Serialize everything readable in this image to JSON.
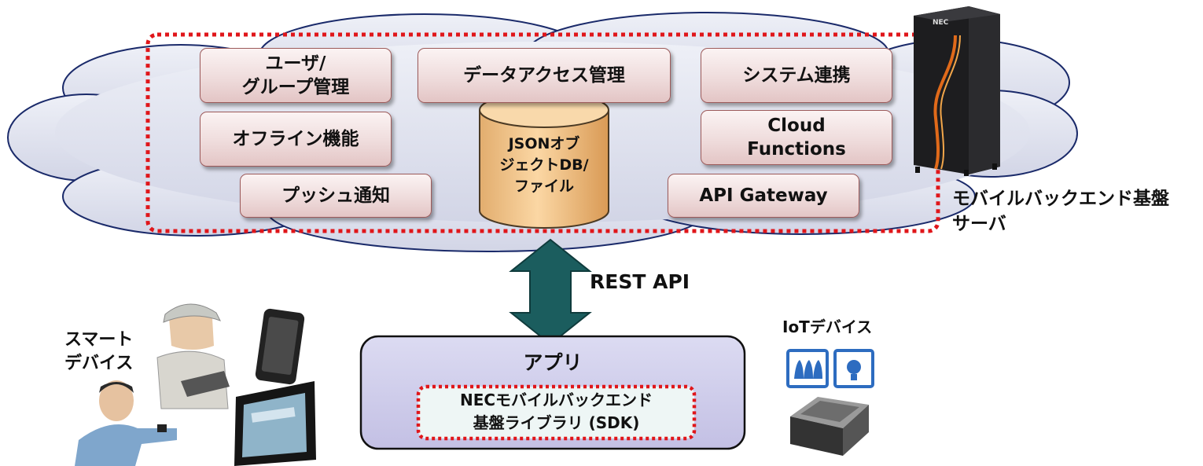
{
  "cloud": {
    "functions": [
      {
        "id": "user",
        "label": "ユーザ/\nグループ管理"
      },
      {
        "id": "data-access",
        "label": "データアクセス管理"
      },
      {
        "id": "system",
        "label": "システム連携"
      },
      {
        "id": "offline",
        "label": "オフライン機能"
      },
      {
        "id": "cloud-functions",
        "label": "Cloud\nFunctions"
      },
      {
        "id": "push",
        "label": "プッシュ通知"
      },
      {
        "id": "api-gateway",
        "label": "API Gateway"
      }
    ],
    "database": "JSONオブ\nジェクトDB/\nファイル"
  },
  "server_label": "モバイルバックエンド基盤\nサーバ",
  "server_badge": "NEC",
  "connection_label": "REST API",
  "app": {
    "title": "アプリ",
    "sdk_label": "NECモバイルバックエンド\n基盤ライブラリ (SDK)"
  },
  "smart_devices_label": "スマート\nデバイス",
  "iot_label": "IoTデバイス",
  "colors": {
    "box_border": "#9c5a5a",
    "dotted_border": "#e0161a",
    "cloud_fill": "#dfe1ee",
    "arrow": "#1b5d5e",
    "app_fill": "#cdcbea",
    "iot_blue": "#2d6cc0"
  }
}
